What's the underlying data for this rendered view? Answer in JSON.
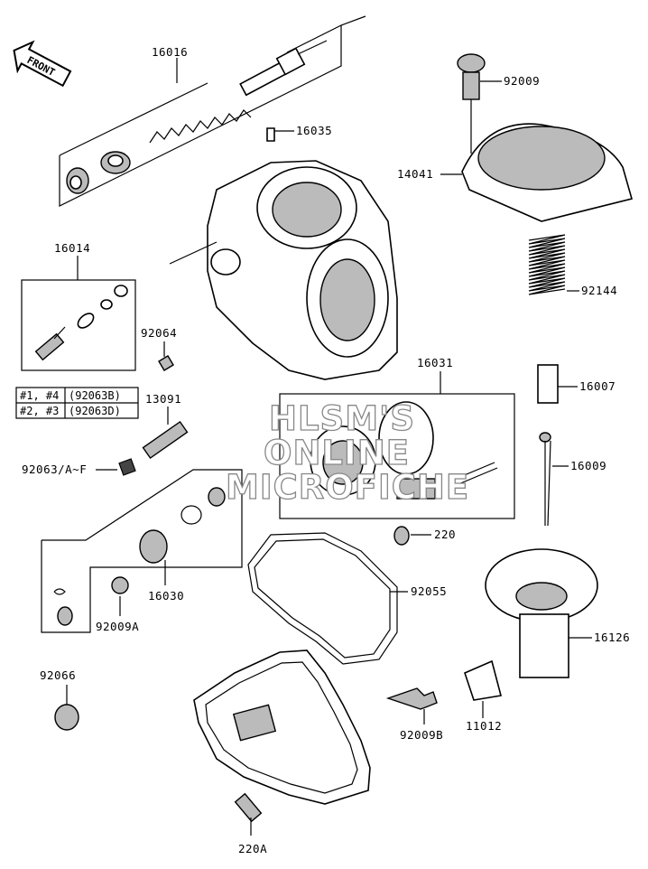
{
  "front_badge": "FRONT",
  "table": [
    {
      "cylinders": "#1, #4",
      "part": "(92063B)"
    },
    {
      "cylinders": "#2, #3",
      "part": "(92063D)"
    }
  ],
  "labels": {
    "p16016": "16016",
    "p16035": "16035",
    "p92009": "92009",
    "p14041": "14041",
    "p16014": "16014",
    "p92144": "92144",
    "p92064": "92064",
    "p16031": "16031",
    "p16007": "16007",
    "p13091": "13091",
    "p92063": "92063/A~F",
    "p16009": "16009",
    "p220": "220",
    "p16030": "16030",
    "p92055": "92055",
    "p92009a": "92009A",
    "p16126": "16126",
    "p92066": "92066",
    "p92009b": "92009B",
    "p11012": "11012",
    "p220a": "220A"
  },
  "watermark": [
    "HLSM'S",
    "ONLINE",
    "MICROFICHE"
  ],
  "colors": {
    "line": "#000000",
    "watermark_outline": "#888888",
    "background": "#ffffff"
  }
}
